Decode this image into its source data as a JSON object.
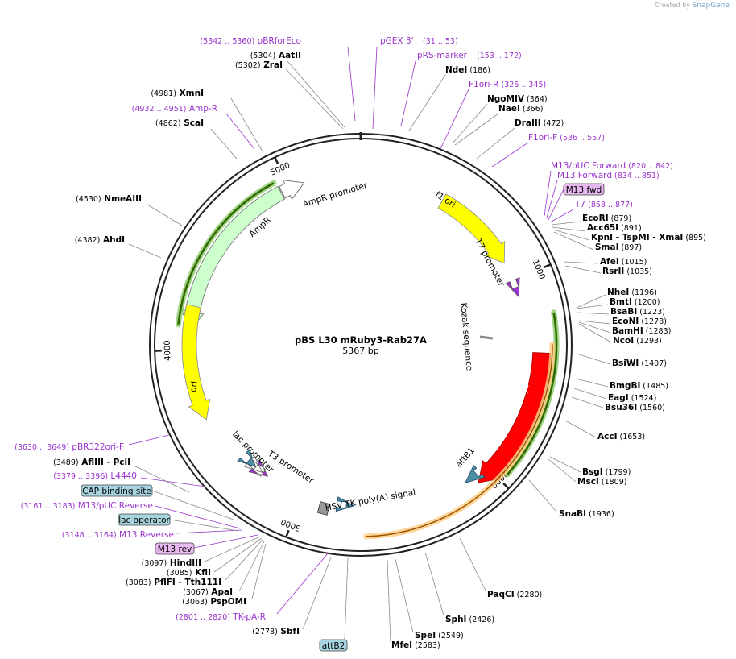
{
  "credit": {
    "prefix": "Created by",
    "brand": "SnapGene"
  },
  "plasmid": {
    "name": "pBS L30 mRuby3-Rab27A",
    "length": "5367 bp"
  },
  "ticks": [
    "1000",
    "2000",
    "3000",
    "4000",
    "5000"
  ],
  "enzymes": [
    {
      "name": "AatII",
      "pos": "(5304)"
    },
    {
      "name": "ZraI",
      "pos": "(5302)"
    },
    {
      "name": "NdeI",
      "pos": "(186)"
    },
    {
      "name": "NgoMIV",
      "pos": "(364)"
    },
    {
      "name": "NaeI",
      "pos": "(366)"
    },
    {
      "name": "DraIII",
      "pos": "(472)"
    },
    {
      "name": "XmnI",
      "pos": "(4981)"
    },
    {
      "name": "ScaI",
      "pos": "(4862)"
    },
    {
      "name": "NmeAIII",
      "pos": "(4530)"
    },
    {
      "name": "AhdI",
      "pos": "(4382)"
    },
    {
      "name": "EcoRI",
      "pos": "(879)"
    },
    {
      "name": "Acc65I",
      "pos": "(891)"
    },
    {
      "name": "KpnI - TspMI - XmaI",
      "pos": "(895)"
    },
    {
      "name": "SmaI",
      "pos": "(897)"
    },
    {
      "name": "AfeI",
      "pos": "(1015)"
    },
    {
      "name": "RsrII",
      "pos": "(1035)"
    },
    {
      "name": "NheI",
      "pos": "(1196)"
    },
    {
      "name": "BmtI",
      "pos": "(1200)"
    },
    {
      "name": "BsaBI",
      "pos": "(1223)"
    },
    {
      "name": "EcoNI",
      "pos": "(1278)"
    },
    {
      "name": "BamHI",
      "pos": "(1283)"
    },
    {
      "name": "NcoI",
      "pos": "(1293)"
    },
    {
      "name": "BsiWI",
      "pos": "(1407)"
    },
    {
      "name": "BmgBI",
      "pos": "(1485)"
    },
    {
      "name": "EagI",
      "pos": "(1524)"
    },
    {
      "name": "Bsu36I",
      "pos": "(1560)"
    },
    {
      "name": "AccI",
      "pos": "(1653)"
    },
    {
      "name": "BsgI",
      "pos": "(1799)"
    },
    {
      "name": "MscI",
      "pos": "(1809)"
    },
    {
      "name": "SnaBI",
      "pos": "(1936)"
    },
    {
      "name": "PaqCI",
      "pos": "(2280)"
    },
    {
      "name": "SphI",
      "pos": "(2426)"
    },
    {
      "name": "SpeI",
      "pos": "(2549)"
    },
    {
      "name": "MfeI",
      "pos": "(2583)"
    },
    {
      "name": "SbfI",
      "pos": "(2778)"
    },
    {
      "name": "AflIII - PciI",
      "pos": "(3489)"
    },
    {
      "name": "HindIII",
      "pos": "(3097)"
    },
    {
      "name": "KflI",
      "pos": "(3085)"
    },
    {
      "name": "PflFI - Tth111I",
      "pos": "(3083)"
    },
    {
      "name": "ApaI",
      "pos": "(3067)"
    },
    {
      "name": "PspOMI",
      "pos": "(3063)"
    }
  ],
  "primers": [
    {
      "name": "pBRforEco",
      "range": "(5342 .. 5360)"
    },
    {
      "name": "pGEX 3'",
      "range": "(31 .. 53)"
    },
    {
      "name": "pRS-marker",
      "range": "(153 .. 172)"
    },
    {
      "name": "F1ori-R",
      "range": "(326 .. 345)"
    },
    {
      "name": "F1ori-F",
      "range": "(536 .. 557)"
    },
    {
      "name": "M13/pUC Forward",
      "range": "(820 .. 842)"
    },
    {
      "name": "M13 Forward",
      "range": "(834 .. 851)"
    },
    {
      "name": "T7",
      "range": "(858 .. 877)"
    },
    {
      "name": "Amp-R",
      "range": "(4932 .. 4951)"
    },
    {
      "name": "pBR322ori-F",
      "range": "(3630 .. 3649)"
    },
    {
      "name": "L4440",
      "range": "(3379 .. 3396)"
    },
    {
      "name": "M13/pUC Reverse",
      "range": "(3161 .. 3183)"
    },
    {
      "name": "M13 Reverse",
      "range": "(3148 .. 3164)"
    },
    {
      "name": "TK-pA-R",
      "range": "(2801 .. 2820)"
    }
  ],
  "boxed_features": [
    "M13 fwd",
    "CAP binding site",
    "lac operator",
    "M13 rev",
    "attB2"
  ],
  "features": [
    "f1 ori",
    "T7 promoter",
    "AmpR promoter",
    "AmpR",
    "ori",
    "Kozak sequence",
    "mRuby3",
    "attB1",
    "lac promoter",
    "T3 promoter",
    "HSV TK poly(A) signal"
  ],
  "colors": {
    "enzyme": "#000000",
    "primer": "#9933cc",
    "f1ori": "#ffff00",
    "ampr": "#ccffcc",
    "mruby3": "#ff0000",
    "attb": "#4a90a4",
    "boxed_primer": "#e8b8f0",
    "boxed_feature": "#a8d4e0",
    "orf_line": "#336600",
    "orange_orf": "#ffcc80"
  }
}
